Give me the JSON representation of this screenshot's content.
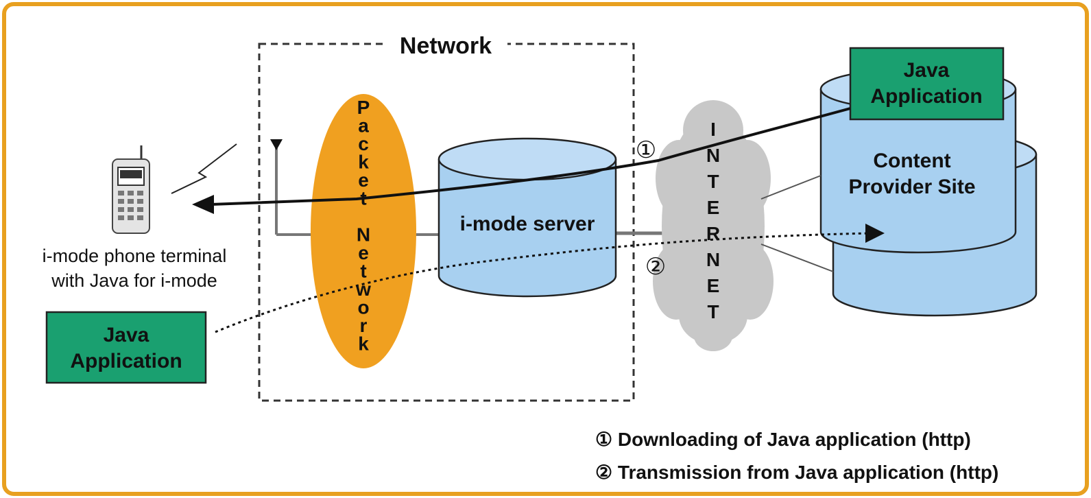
{
  "network_label": "Network",
  "packet_network_letters": [
    "P",
    "a",
    "c",
    "k",
    "e",
    "t",
    " ",
    "N",
    "e",
    "t",
    "w",
    "o",
    "r",
    "k"
  ],
  "internet_letters": [
    "I",
    "N",
    "T",
    "E",
    "R",
    "N",
    "E",
    "T"
  ],
  "server_label": "i-mode server",
  "phone_caption": [
    "i-mode phone terminal",
    "with Java for i-mode"
  ],
  "java_app_left": [
    "Java",
    "Application"
  ],
  "java_app_right": [
    "Java",
    "Application"
  ],
  "content_provider": [
    "Content",
    "Provider Site"
  ],
  "step_markers": [
    "①",
    "②"
  ],
  "legend": [
    "① Downloading of Java application (http)",
    "② Transmission from Java application (http)"
  ],
  "colors": {
    "frame": "#e8a020",
    "packet_network": "#f0a020",
    "cylinder": "#a8d0f0",
    "cloud": "#c8c8c8",
    "java_box": "#1aa070"
  }
}
